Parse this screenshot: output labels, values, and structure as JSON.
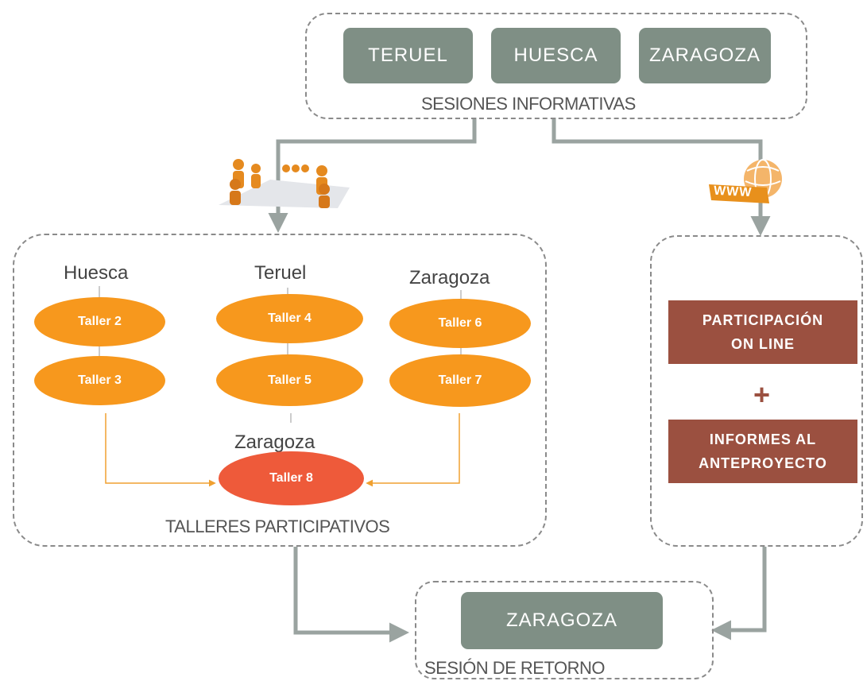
{
  "sesiones": {
    "buttons": [
      "TERUEL",
      "HUESCA",
      "ZARAGOZA"
    ],
    "caption": "SESIONES INFORMATIVAS"
  },
  "talleres": {
    "caption": "TALLERES PARTICIPATIVOS",
    "columns": [
      {
        "city": "Huesca",
        "ovals": [
          "Taller 2",
          "Taller 3"
        ]
      },
      {
        "city": "Teruel",
        "ovals": [
          "Taller 4",
          "Taller 5"
        ]
      },
      {
        "city": "Zaragoza",
        "ovals": [
          "Taller 6",
          "Taller 7"
        ]
      }
    ],
    "final_city": "Zaragoza",
    "final_oval": "Taller 8"
  },
  "online": {
    "box1": {
      "line1": "PARTICIPACIÓN",
      "line2": "ON LINE"
    },
    "plus": "+",
    "box2": {
      "line1": "INFORMES AL",
      "line2": "ANTEPROYECTO"
    },
    "www_label": "WWW"
  },
  "retorno": {
    "button": "ZARAGOZA",
    "caption": "SESIÓN DE RETORNO"
  },
  "colors": {
    "gray_button": "#7f8f85",
    "orange": "#f7981d",
    "red": "#ee5a3a",
    "brown": "#9b5040",
    "connector": "#9aa3a0",
    "orange_line": "#f0a030"
  }
}
